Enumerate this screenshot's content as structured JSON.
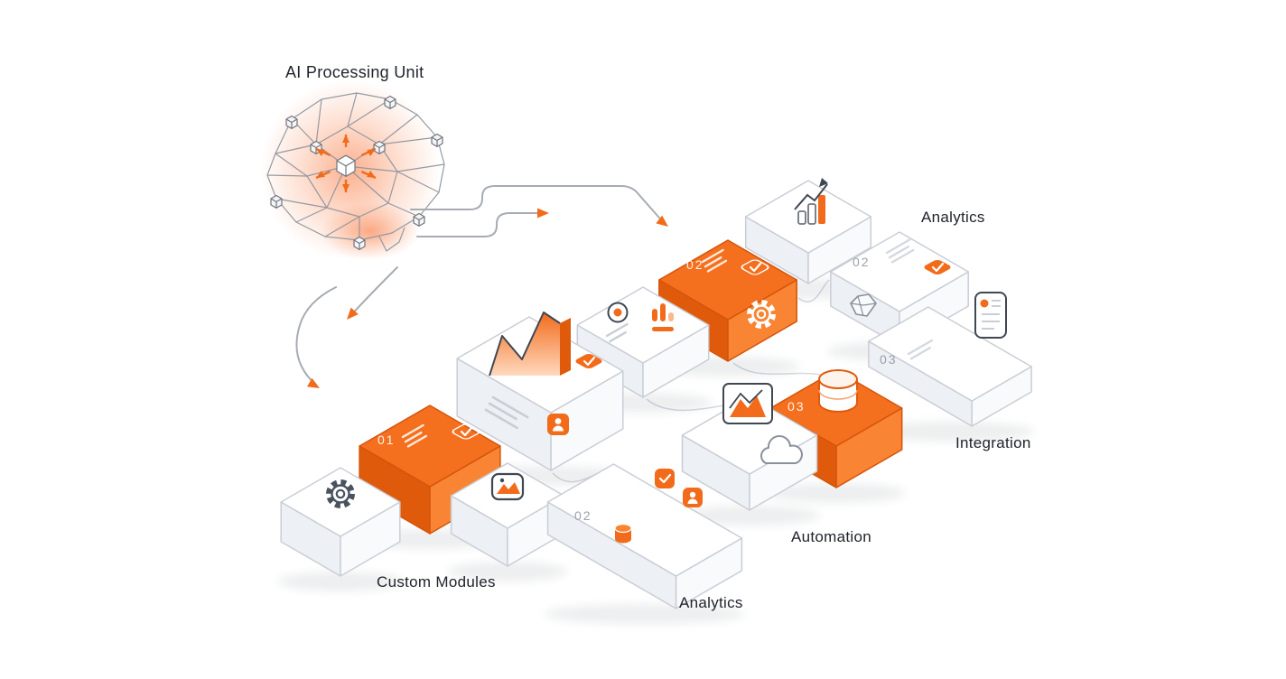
{
  "title": "AI Processing Unit",
  "labels": {
    "custom_modules": "Custom Modules",
    "analytics_right": "Analytics",
    "integration": "Integration",
    "automation": "Automation",
    "analytics_bottom": "Analytics"
  },
  "numbers": {
    "custom_block": "01",
    "process_block": "02",
    "analytics_block": "02",
    "integration_slab": "03",
    "automation_block": "03",
    "analytics_slab": "02"
  },
  "colors": {
    "accent_orange": "#F26B1B",
    "accent_orange_light": "#F98433",
    "accent_orange_dark": "#E05A0C",
    "ink": "#20242C",
    "muted_number": "#9AA1AB",
    "connector_line": "#A7ACB4",
    "block_outline": "#C9CED6"
  },
  "icons": [
    "brain-network",
    "node-cube",
    "gear",
    "picture",
    "area-chart",
    "donut-chart",
    "bar-chart",
    "growth-chart",
    "check-badge",
    "user-badge",
    "database",
    "cloud",
    "document",
    "crystal"
  ]
}
